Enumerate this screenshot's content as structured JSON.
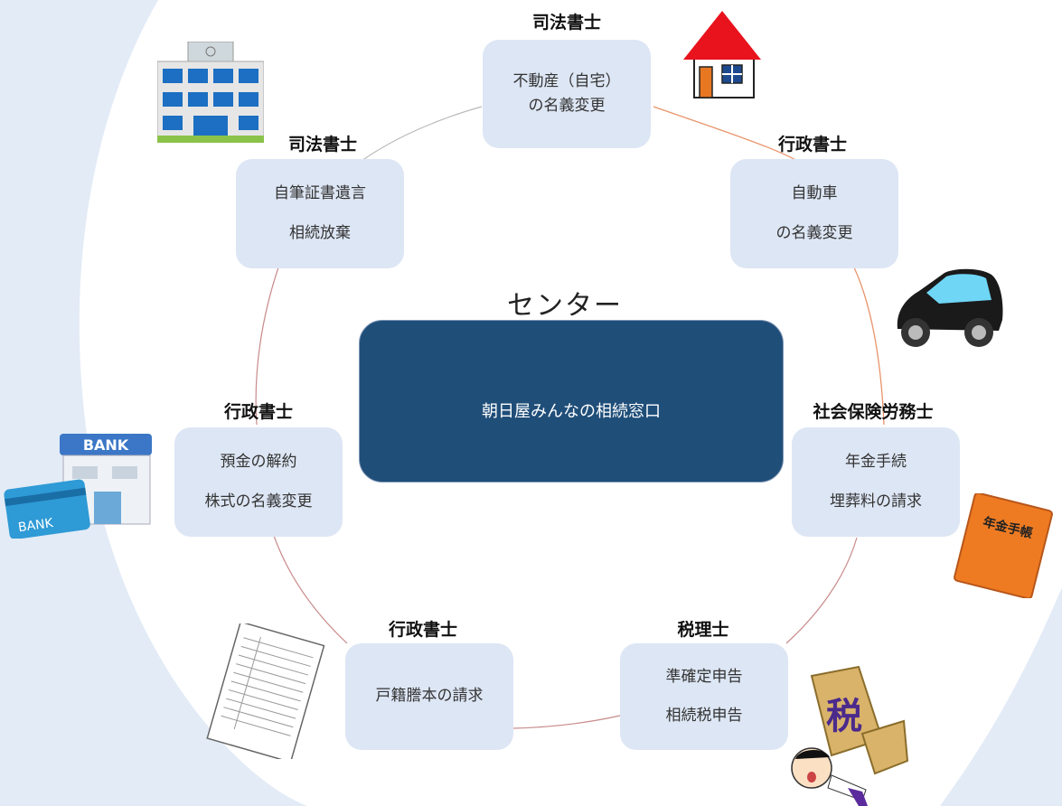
{
  "center": {
    "title": "センター",
    "box_label": "朝日屋みんなの相続窓口"
  },
  "nodes": [
    {
      "id": "real-estate",
      "role": "司法書士",
      "lines": [
        "不動産（自宅）",
        "の名義変更"
      ]
    },
    {
      "id": "car",
      "role": "行政書士",
      "lines": [
        "自動車",
        "の名義変更"
      ]
    },
    {
      "id": "pension",
      "role": "社会保険労務士",
      "lines": [
        "年金手続",
        "埋葬料の請求"
      ]
    },
    {
      "id": "tax",
      "role": "税理士",
      "lines": [
        "準確定申告",
        "相続税申告"
      ]
    },
    {
      "id": "family-register",
      "role": "行政書士",
      "lines": [
        "戸籍謄本の請求"
      ]
    },
    {
      "id": "bank",
      "role": "行政書士",
      "lines": [
        "預金の解約",
        "株式の名義変更"
      ]
    },
    {
      "id": "will",
      "role": "司法書士",
      "lines": [
        "自筆証書遺言",
        "相続放棄"
      ]
    }
  ],
  "illustrations": {
    "bank_sign": "BANK",
    "bank_card": "BANK",
    "pension_book": "年金手帳",
    "tax_bag": "税"
  },
  "colors": {
    "card_bg": "#dde6f4",
    "center_box": "#1f4e79",
    "arc_bg": "#dfeaf6",
    "connector_orange": "#e8946a",
    "connector_red": "#c98a8a",
    "connector_gray": "#b9b9b9"
  }
}
